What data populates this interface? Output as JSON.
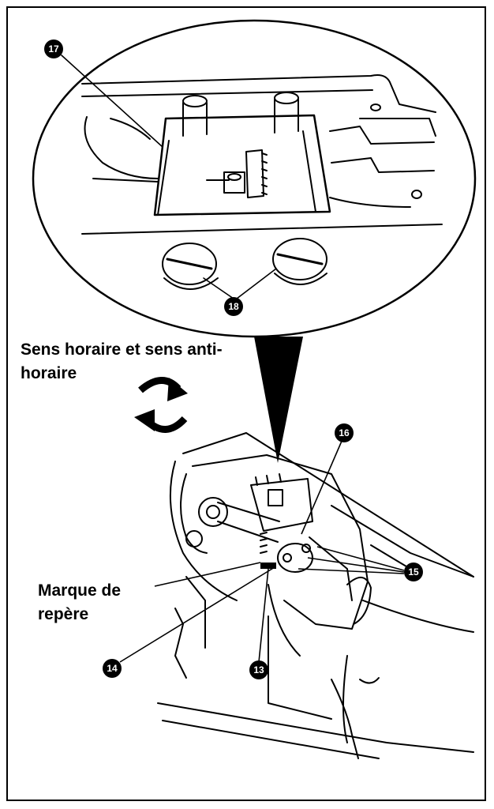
{
  "callouts": [
    "13",
    "14",
    "15",
    "16",
    "17",
    "18"
  ],
  "rotation_label": {
    "line1": "Sens horaire et sens anti-",
    "line2": "horaire"
  },
  "mark_label": {
    "line1": "Marque de",
    "line2": "repère"
  },
  "colors": {
    "ink": "#000000",
    "paper": "#ffffff",
    "callout_fill": "#000000",
    "callout_text": "#ffffff"
  },
  "icons": [
    "rotate-both-directions-icon"
  ]
}
